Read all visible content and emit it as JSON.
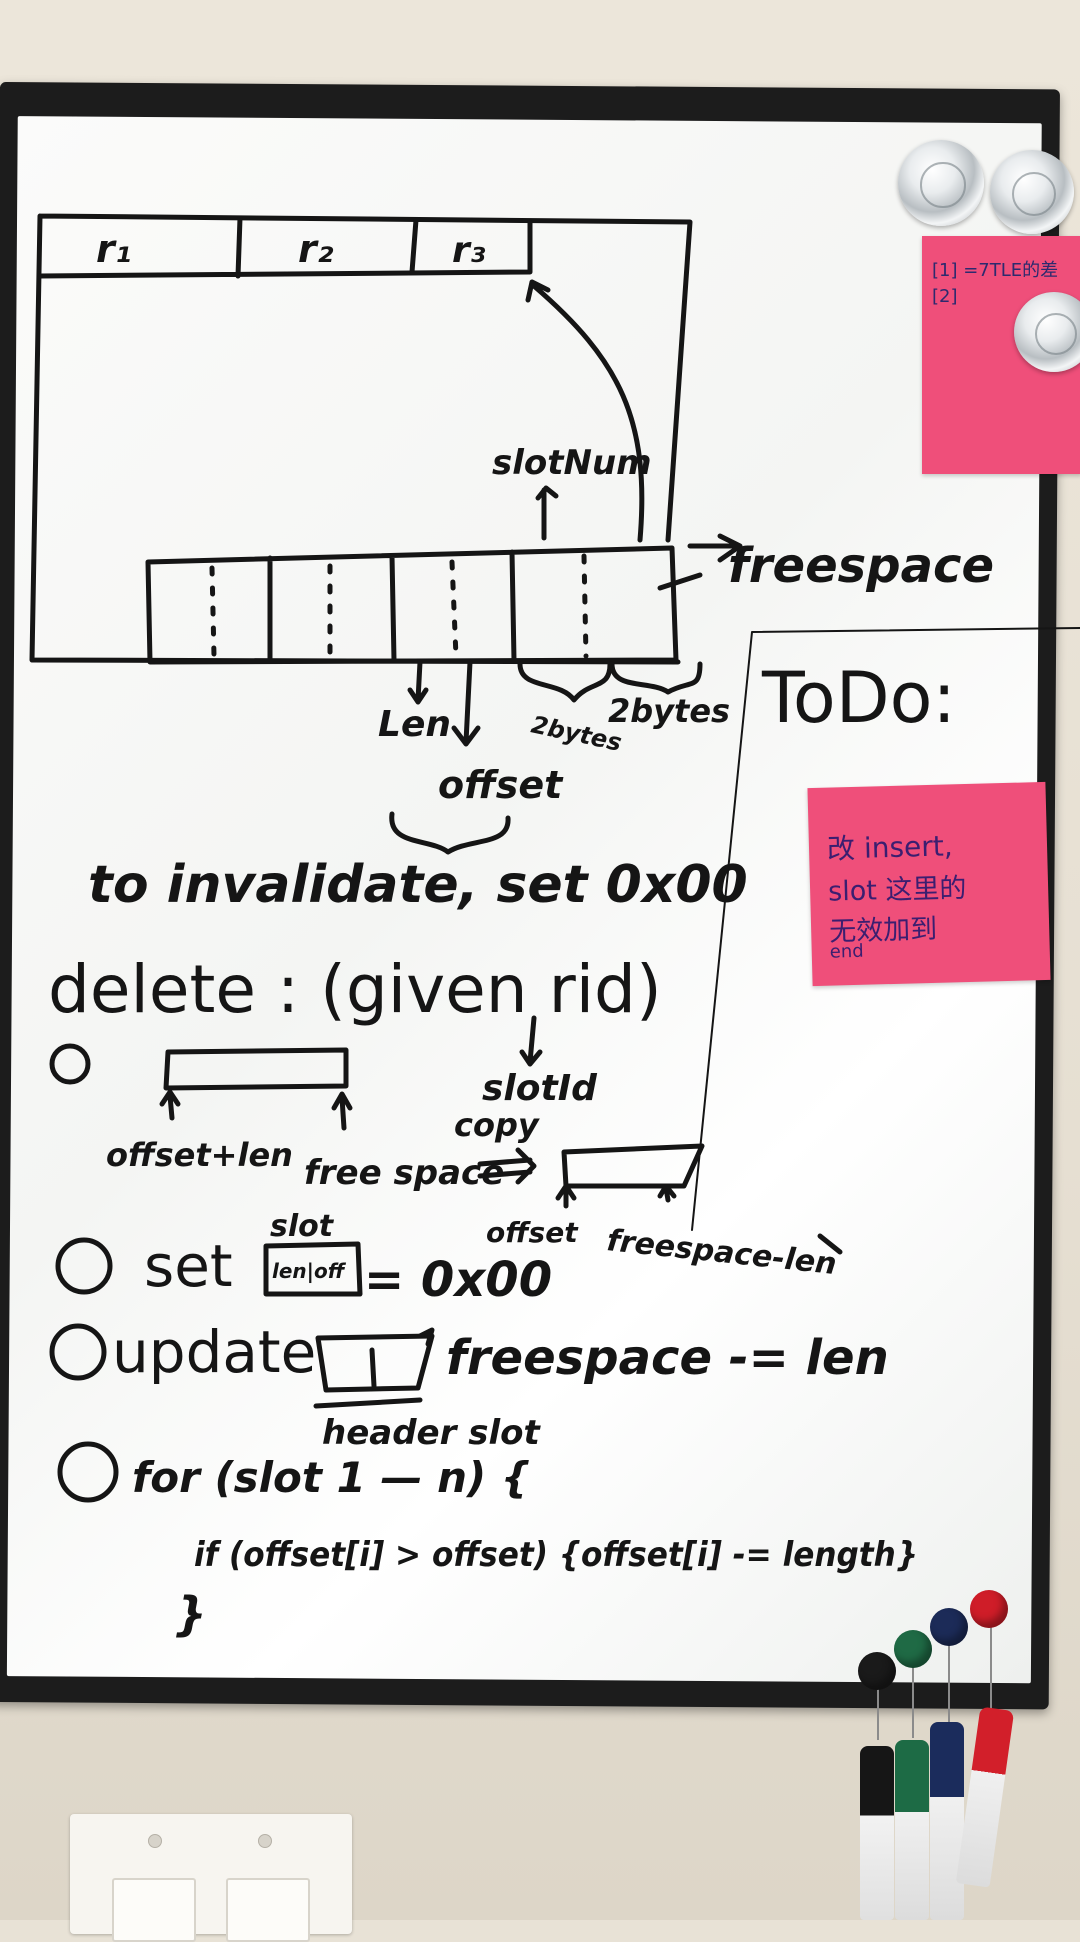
{
  "diagram": {
    "records": [
      "r₁",
      "r₂",
      "r₃"
    ],
    "slot_num_label": "slotNum",
    "freespace_label": "freespace",
    "len_label": "Len",
    "offset_label": "offset",
    "two_bytes_a": "2bytes",
    "two_bytes_b": "2bytes"
  },
  "notes": {
    "invalidate_line": "to invalidate, set 0x00",
    "delete_heading": "delete : (given rid)",
    "step1_num": "①",
    "offset_len_label": "offset+len",
    "free_space_label": "free space",
    "slot_id_label": "slotId",
    "copy_label": "copy",
    "offset_label2": "offset",
    "freespace_len_label": "freespace-len",
    "step2_num": "②",
    "step2_set": "set",
    "slot_small_label": "slot",
    "slot_box_text": "len|off",
    "step2_value": "= 0x00",
    "step3_num": "③",
    "step3_update": "update",
    "step3_freespace": "freespace -= len",
    "header_slot_label": "header slot",
    "step4_num": "④",
    "step4_for": "for (slot 1 — n) {",
    "step4_if": "if (offset[i] > offset) {offset[i] -= length}",
    "step4_close": "}"
  },
  "todo": {
    "title": "ToDo:"
  },
  "sticky_top": {
    "line1": "[1] =7TLE的差",
    "line2": "[2]"
  },
  "sticky_todo": {
    "line1": "改 insert,",
    "line2": "slot 这里的",
    "line3": "无效加到",
    "line4": "end"
  },
  "colors": {
    "ink": "#151515",
    "sticky": "#ef4f7a",
    "marker_black": "#161616",
    "marker_green": "#1d6b45",
    "marker_blue": "#1b2c5c",
    "marker_red": "#d21f2a"
  }
}
